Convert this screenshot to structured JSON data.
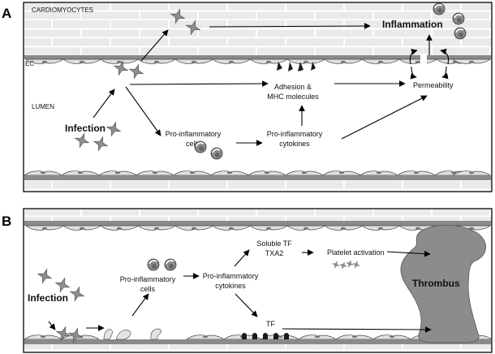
{
  "panel_a": {
    "letter": "A",
    "cardiomyocytes": "CARDIOMYOCYTES",
    "ec": "EC",
    "lumen": "LUMEN",
    "infection": "Infection",
    "inflammation": "Inflammation",
    "adhesion_line1": "Adhesion &",
    "adhesion_line2": "MHC molecules",
    "permeability": "Permeability",
    "pro_cells_line1": "Pro-inflammatory",
    "pro_cells_line2": "cells",
    "pro_cytokines_line1": "Pro-inflammatory",
    "pro_cytokines_line2": "cytokines"
  },
  "panel_b": {
    "letter": "B",
    "infection": "Infection",
    "pro_cells_line1": "Pro-inflammatory",
    "pro_cells_line2": "cells",
    "pro_cytokines_line1": "Pro-inflammatory",
    "pro_cytokines_line2": "cytokines",
    "soluble_tf_line1": "Soluble TF",
    "soluble_tf_line2": "TXA2",
    "platelet_activation": "Platelet activation",
    "tf": "TF",
    "thrombus": "Thrombus"
  },
  "colors": {
    "border": "#000000",
    "cardio_fill": "#e9e9e9",
    "membrane_dark": "#8a8a8a",
    "cell_fill": "#e4e4e4",
    "thrombus": "#8c8c8c",
    "star": "#8d8d8d"
  }
}
